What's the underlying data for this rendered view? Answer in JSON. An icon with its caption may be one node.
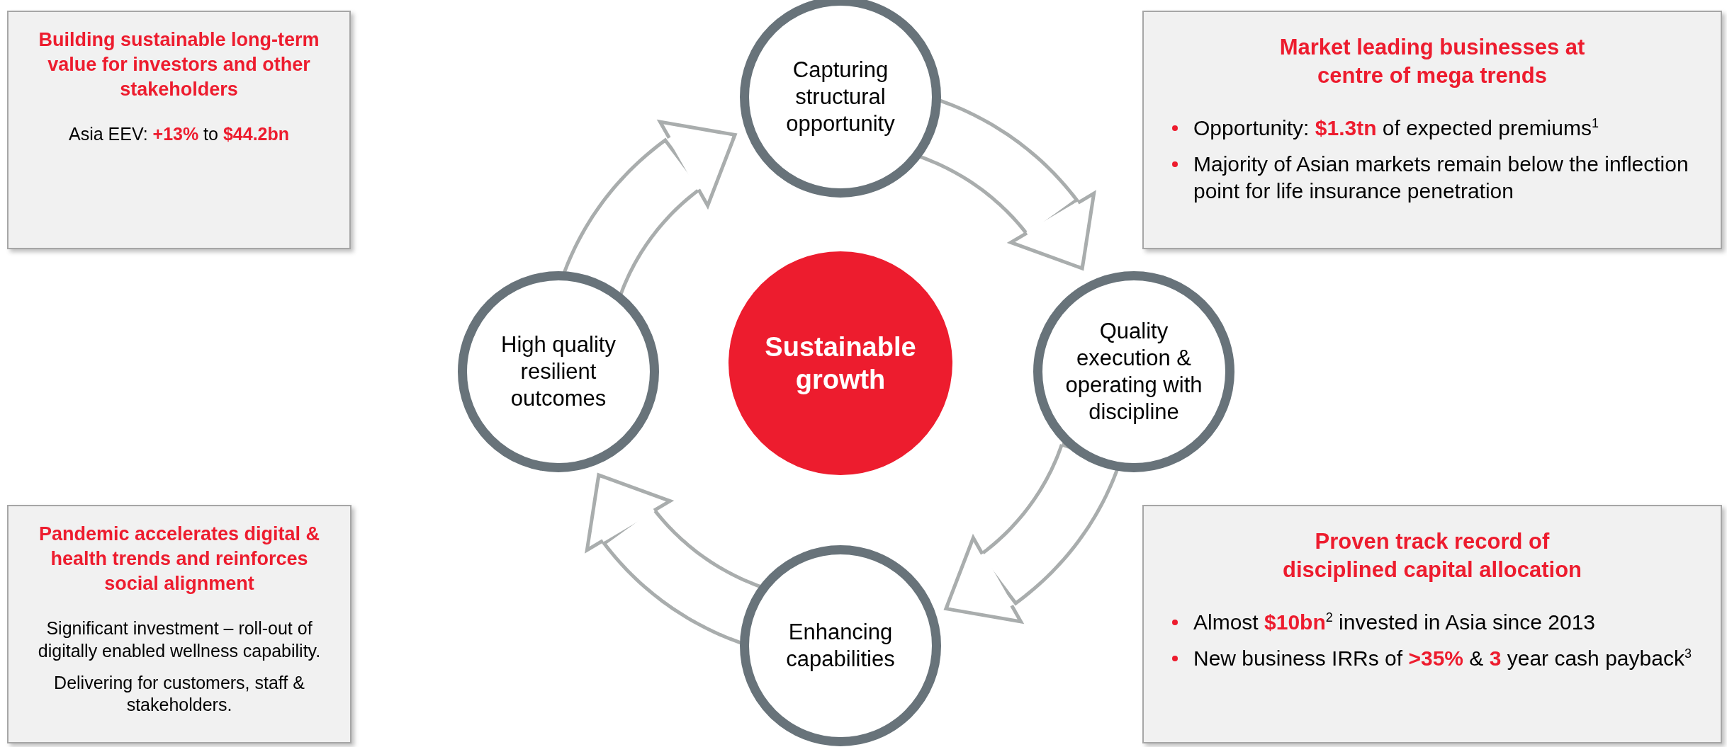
{
  "diagram": {
    "nodes": [
      {
        "text": [
          "Building sustainable long-term value for investors and other stakeholders",
          "Asia EEV: **+13%** to **$44.2bn**"
        ]
      },
      {
        "text": [
          "Market leading businesses at centre of mega trends",
          "Opportunity: **$1.3tn** of expected premiums$^{1}$",
          "Majority of Asian markets remain below the inflection point for life insurance penetration"
        ]
      },
      {
        "text": [
          "Pandemic accelerates digital & health trends and reinforces social alignment",
          "Significant investment – roll-out of digitally enabled wellness capability.",
          "Delivering for customers, staff & stakeholders."
        ]
      },
      {
        "text": [
          "Proven track record of disciplined capital allocation",
          "Almost **$10bn**$^{2}$ invested in Asia since 2013",
          "New business IRRs of **>35%** & **3** year cash payback$^{3}$"
        ]
      },
      {
        "text": [
          "Capturing structural opportunity"
        ]
      },
      {
        "text": [
          "High quality resilient outcomes"
        ]
      },
      {
        "text": [
          "Sustainable growth"
        ]
      },
      {
        "text": [
          "Quality execution & operating with discipline"
        ]
      },
      {
        "text": [
          "Enhancing capabilities"
        ]
      }
    ],
    "edges": [
      {
        "from": 5,
        "to": 4,
        "arrow": "to"
      },
      {
        "from": 4,
        "to": 7,
        "arrow": "to"
      },
      {
        "from": 7,
        "to": 8,
        "arrow": "to"
      },
      {
        "from": 8,
        "to": 5,
        "arrow": "to"
      }
    ]
  }
}
